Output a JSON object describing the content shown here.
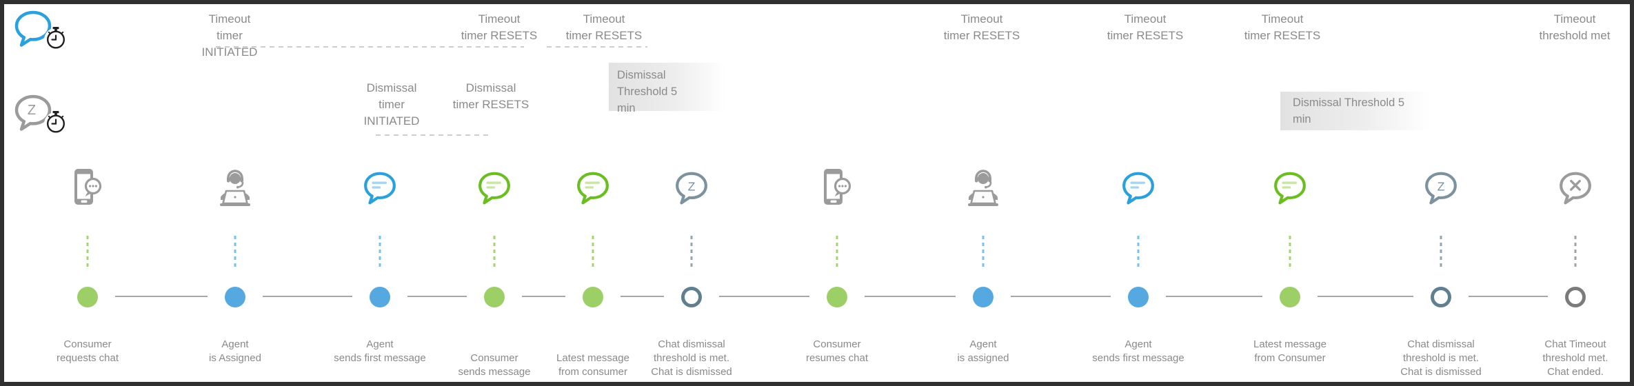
{
  "diagram_title": "Chat timeout and dismissal timer timeline",
  "legend": {
    "timeout_icon": "chat-bubble-stopwatch-blue",
    "dismissal_icon": "chat-bubble-sleep-stopwatch-gray"
  },
  "timeout_labels": [
    "Timeout\ntimer\nINITIATED",
    "Timeout\ntimer RESETS",
    "Timeout\ntimer RESETS",
    "Timeout\ntimer RESETS",
    "Timeout\ntimer RESETS",
    "Timeout\ntimer RESETS",
    "Timeout\nthreshold met"
  ],
  "dismissal_labels": [
    "Dismissal\ntimer\nINITIATED",
    "Dismissal\ntimer RESETS"
  ],
  "threshold_boxes": [
    "Dismissal Threshold 5\nmin",
    "Dismissal Threshold 5 min"
  ],
  "nodes": [
    {
      "label": "Consumer\nrequests chat",
      "icon": "phone-chat",
      "dot": "solid-green",
      "drop": "green"
    },
    {
      "label": "Agent\nis Assigned",
      "icon": "agent-headset",
      "dot": "solid-blue",
      "drop": "blue"
    },
    {
      "label": "Agent\nsends first message",
      "icon": "chat-bubble-blue",
      "dot": "solid-blue",
      "drop": "blue"
    },
    {
      "label": "Consumer\nsends message",
      "icon": "chat-bubble-green",
      "dot": "solid-green",
      "drop": "green"
    },
    {
      "label": "Latest message\nfrom consumer",
      "icon": "chat-bubble-green",
      "dot": "solid-green",
      "drop": "green"
    },
    {
      "label": "Chat dismissal\nthreshold is met.\nChat is dismissed",
      "icon": "chat-bubble-z",
      "dot": "ring-slate",
      "drop": "slate"
    },
    {
      "label": "Consumer\nresumes chat",
      "icon": "phone-chat",
      "dot": "solid-green",
      "drop": "green"
    },
    {
      "label": "Agent\nis assigned",
      "icon": "agent-headset",
      "dot": "solid-blue",
      "drop": "blue"
    },
    {
      "label": "Agent\nsends first message",
      "icon": "chat-bubble-blue",
      "dot": "solid-blue",
      "drop": "blue"
    },
    {
      "label": "Latest message\nfrom Consumer",
      "icon": "chat-bubble-green",
      "dot": "solid-green",
      "drop": "green"
    },
    {
      "label": "Chat dismissal\nthreshold is met.\nChat is dismissed",
      "icon": "chat-bubble-z",
      "dot": "ring-slate",
      "drop": "slate"
    },
    {
      "label": "Chat Timeout\nthreshold met.\nChat ended.",
      "icon": "chat-bubble-x",
      "dot": "ring-gray",
      "drop": "gray"
    }
  ],
  "colors": {
    "green": "#6bbe21",
    "green_dot": "#9ccf66",
    "green_inner": "#c9e6a6",
    "blue": "#2aa0dc",
    "blue_dot": "#55a9e0",
    "blue_inner": "#a8d4f0",
    "slate": "#7d929f",
    "slate_ring": "#60808f",
    "gray_icon": "#9b9b9b",
    "gray_ring": "#7b7b7b",
    "text": "#8a8a8a",
    "dash": "#cdcdcd",
    "connector": "#a6a6a6",
    "threshold_box_bg": "#e2e2e2",
    "border": "#303030",
    "stopwatch": "#1f1f1f"
  }
}
